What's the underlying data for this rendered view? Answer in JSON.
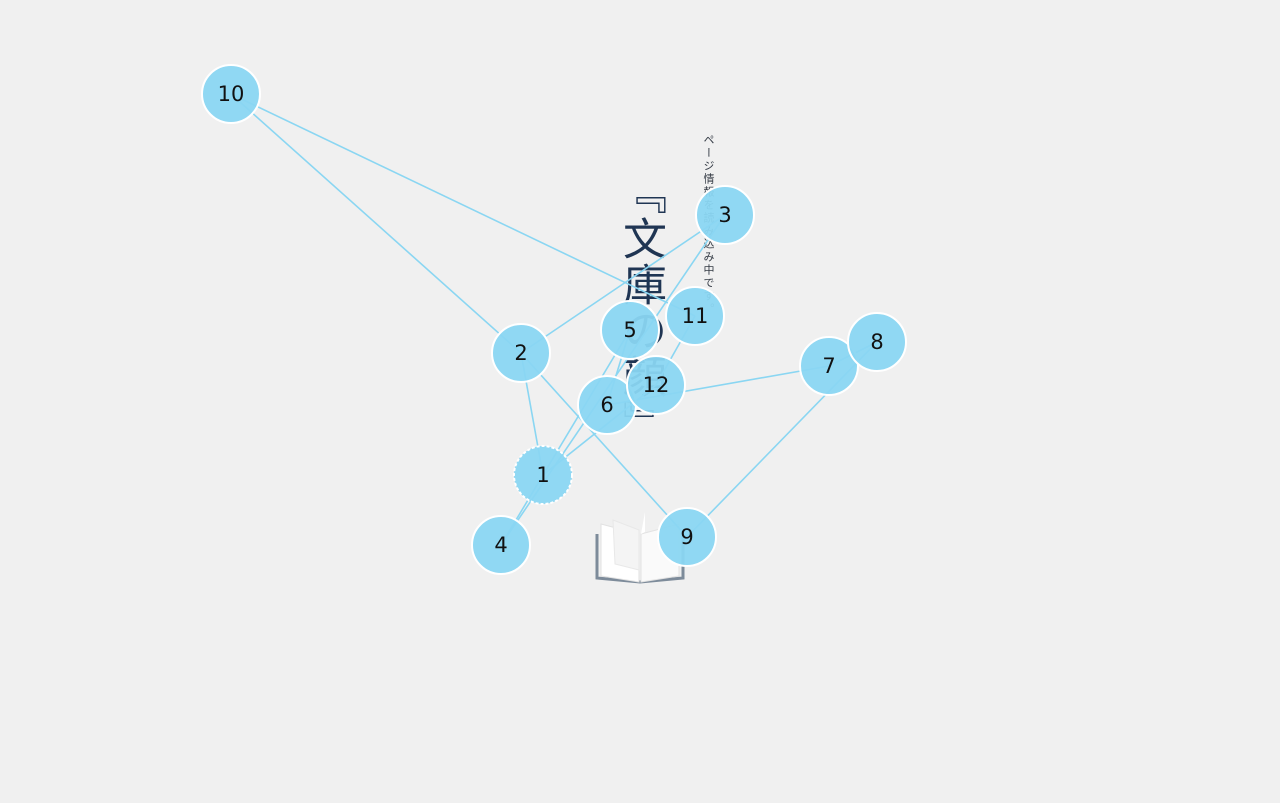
{
  "title": "『文庫の顔』",
  "loading_text": "ページ情報を読み込み中です。",
  "colors": {
    "background": "#f0f0f0",
    "node_fill": "#8ad6f2",
    "node_stroke": "#ffffff",
    "edge": "#8ad6f2",
    "title": "#1f3553",
    "book_outline": "#7d8b9a"
  },
  "graph": {
    "nodes": [
      {
        "id": "1",
        "label": "1"
      },
      {
        "id": "2",
        "label": "2"
      },
      {
        "id": "3",
        "label": "3"
      },
      {
        "id": "4",
        "label": "4"
      },
      {
        "id": "5",
        "label": "5"
      },
      {
        "id": "6",
        "label": "6"
      },
      {
        "id": "7",
        "label": "7"
      },
      {
        "id": "8",
        "label": "8"
      },
      {
        "id": "9",
        "label": "9"
      },
      {
        "id": "10",
        "label": "10"
      },
      {
        "id": "11",
        "label": "11"
      },
      {
        "id": "12",
        "label": "12"
      }
    ],
    "edges": [
      [
        "1",
        "2"
      ],
      [
        "2",
        "3"
      ],
      [
        "3",
        "4"
      ],
      [
        "4",
        "5"
      ],
      [
        "5",
        "6"
      ],
      [
        "6",
        "7"
      ],
      [
        "7",
        "8"
      ],
      [
        "8",
        "9"
      ],
      [
        "9",
        "2"
      ],
      [
        "2",
        "10"
      ],
      [
        "10",
        "11"
      ],
      [
        "11",
        "12"
      ],
      [
        "12",
        "1"
      ]
    ],
    "dashed_node": "1"
  }
}
